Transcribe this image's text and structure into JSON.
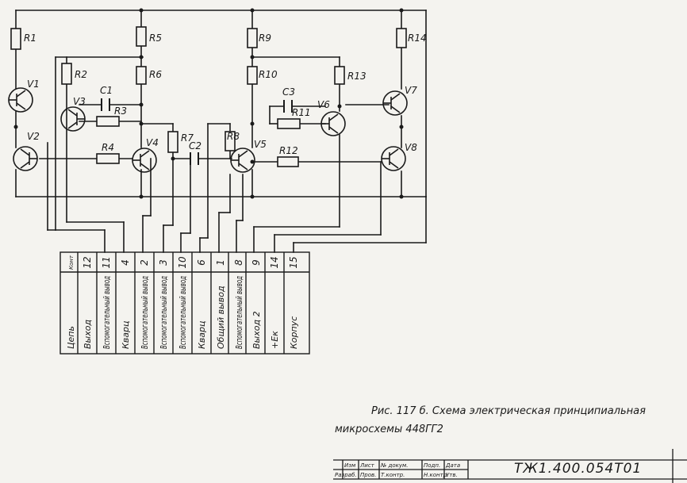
{
  "components": {
    "resistors": [
      "R1",
      "R2",
      "R3",
      "R4",
      "R5",
      "R6",
      "R7",
      "R8",
      "R9",
      "R10",
      "R11",
      "R12",
      "R13",
      "R14"
    ],
    "capacitors": [
      "C1",
      "C2",
      "C3"
    ],
    "transistors": [
      "V1",
      "V2",
      "V3",
      "V4",
      "V5",
      "V6",
      "V7",
      "V8"
    ]
  },
  "pin_table": {
    "header": "Конт",
    "columns": [
      {
        "pin": "12",
        "label": "Выход"
      },
      {
        "pin": "11",
        "label": "Вспомогательный вывод"
      },
      {
        "pin": "4",
        "label": "Кварц"
      },
      {
        "pin": "2",
        "label": "Вспомогательный вывод"
      },
      {
        "pin": "3",
        "label": "Вспомогательный вывод"
      },
      {
        "pin": "10",
        "label": "Вспомогательный вывод"
      },
      {
        "pin": "6",
        "label": "Кварц"
      },
      {
        "pin": "1",
        "label": "Общий вывод"
      },
      {
        "pin": "8",
        "label": "Вспомогательный вывод"
      },
      {
        "pin": "9",
        "label": "Выход 2"
      },
      {
        "pin": "14",
        "label": "+Eк"
      },
      {
        "pin": "15",
        "label": "Корпус"
      }
    ],
    "row_label": "Цепь"
  },
  "caption": {
    "line1": "Рис. 117 б. Схема электрическая принципиальная",
    "line2": "микросхемы 448ГГ2"
  },
  "title_block": {
    "doc_number": "ТЖ1.400.054Т01",
    "row1": [
      "Изм",
      "Лист",
      "№ докум.",
      "Подп.",
      "Дата"
    ],
    "row2": [
      "Разраб.",
      "Пров.",
      "Т.контр.",
      "Н.контр.",
      "Утв."
    ]
  }
}
